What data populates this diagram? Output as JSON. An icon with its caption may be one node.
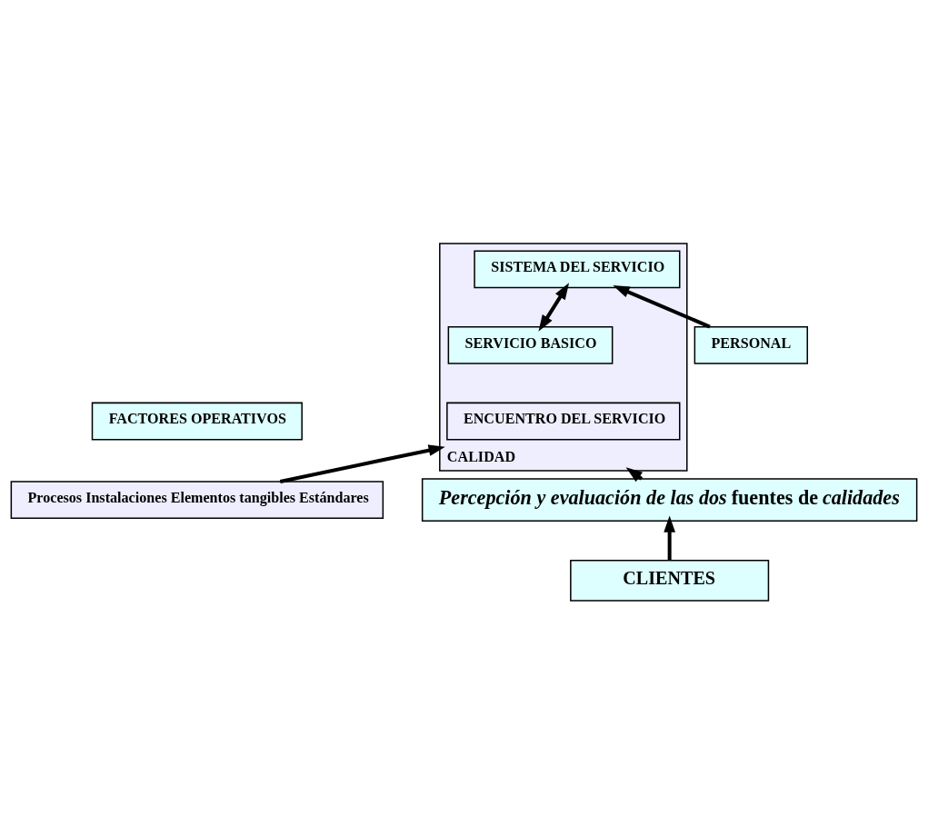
{
  "diagram": {
    "nodes": [
      {
        "text": [
          "FACTORES OPERATIVOS"
        ]
      },
      {
        "text": [
          "CALIDAD"
        ]
      },
      {
        "text": [
          "SERVICIO BASICO"
        ],
        "in": 1
      },
      {
        "text": [
          "SISTEMA DEL SERVICIO"
        ],
        "in": 1
      },
      {
        "text": [
          "PERSONAL"
        ]
      },
      {
        "text": [
          "Procesos Instalaciones Elementos tangibles Estándares"
        ]
      },
      {
        "text": [
          "ENCUENTRO DEL SERVICIO"
        ],
        "in": 1
      },
      {
        "text": [
          "*Percepción y evaluación de las dos* fuentes de *calidades*"
        ]
      },
      {
        "text": [
          "CLIENTES"
        ]
      }
    ],
    "edges": [
      {
        "from": 2,
        "to": 3,
        "arrow": "both"
      },
      {
        "from": 4,
        "to": 3,
        "arrow": "to"
      },
      {
        "from": 5,
        "to": 1,
        "arrow": "to"
      },
      {
        "from": 7,
        "to": 1,
        "arrow": "to"
      },
      {
        "from": 8,
        "to": 7,
        "arrow": "to"
      }
    ]
  }
}
